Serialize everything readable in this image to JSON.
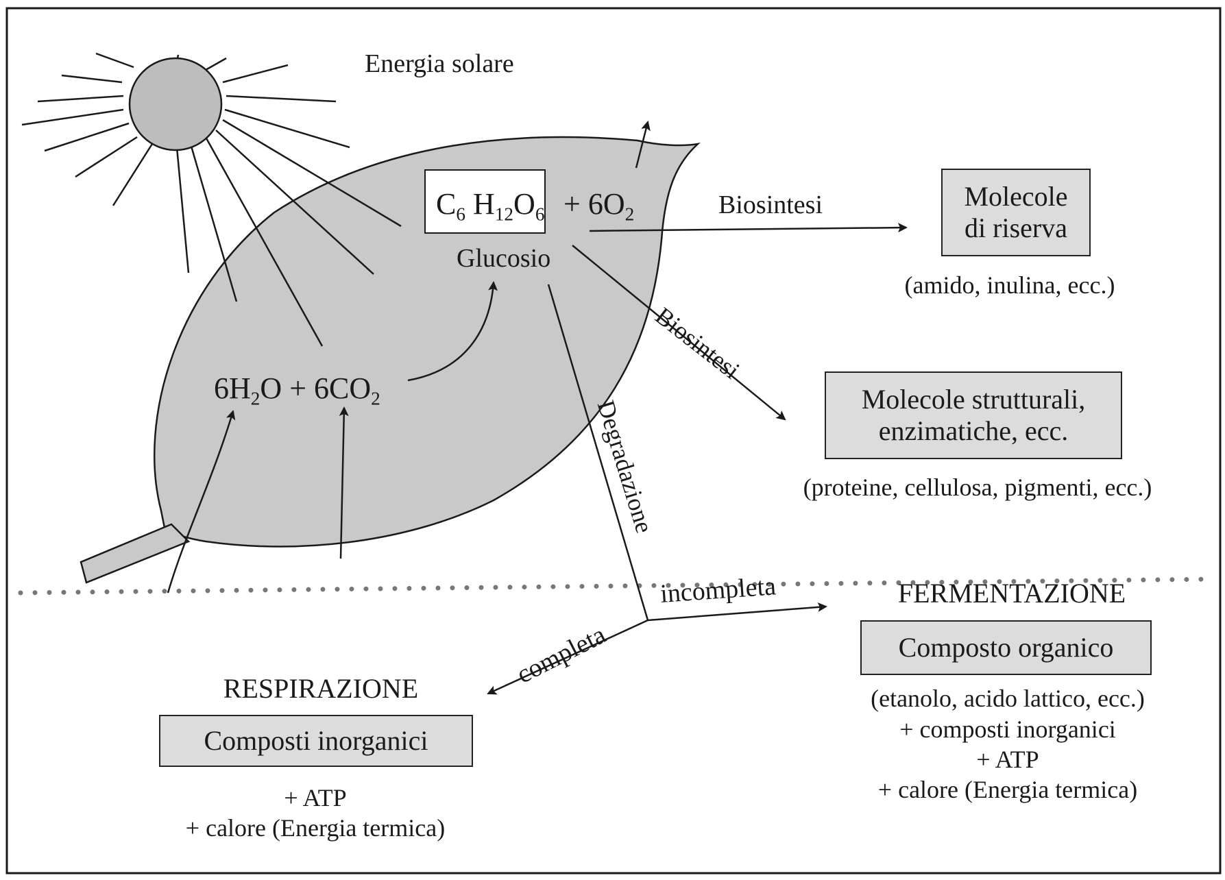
{
  "colors": {
    "paper": "#ffffff",
    "frame": "#1a1a1a",
    "leaf_fill": "#c9c9c9",
    "sun_fill": "#bdbdbd",
    "box_fill": "#dcdcdc",
    "ink": "#1a1a1a"
  },
  "labels": {
    "solar_energy": "Energia solare",
    "glucose_formula": {
      "c": "C",
      "c_n": "6",
      "h": "H",
      "h_n": "12",
      "o": "O",
      "o_n": "6"
    },
    "oxygen": {
      "text": "+ 6O",
      "sub": "2"
    },
    "glucose_name": "Glucosio",
    "reactants": {
      "a": "6H",
      "a_sub": "2",
      "b": "O + 6CO",
      "b_sub": "2"
    },
    "biosynthesis_top": "Biosintesi",
    "biosynthesis_diag": "Biosintesi",
    "degradation": "Degradazione",
    "complete": "completa",
    "incomplete": "incompleta"
  },
  "boxes": {
    "reserve": {
      "line1": "Molecole",
      "line2": "di riserva",
      "note": "(amido, inulina, ecc.)"
    },
    "structural": {
      "line1": "Molecole strutturali,",
      "line2": "enzimatiche, ecc.",
      "note": "(proteine, cellulosa, pigmenti, ecc.)"
    },
    "fermentation": {
      "heading": "FERMENTAZIONE",
      "box": "Composto organico",
      "notes": [
        "(etanolo, acido lattico, ecc.)",
        "+ composti inorganici",
        "+ ATP",
        "+ calore (Energia termica)"
      ]
    },
    "respiration": {
      "heading": "RESPIRAZIONE",
      "box": "Composti inorganici",
      "notes": [
        "+ ATP",
        "+ calore (Energia termica)"
      ]
    }
  }
}
